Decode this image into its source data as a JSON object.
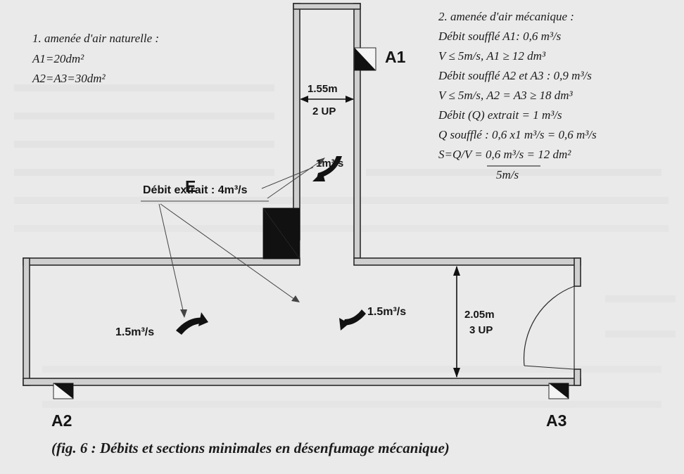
{
  "natural_supply": {
    "title": "1. amenée d'air naturelle :",
    "line1": "A1=20dm²",
    "line2": "A2=A3=30dm²"
  },
  "mechanical_supply": {
    "title": "2. amenée d'air mécanique :",
    "l1": "Débit soufflé A1: 0,6 m³/s",
    "l2": "V ≤ 5m/s, A1 ≥ 12 dm³",
    "l3": "Débit soufflé A2 et A3 : 0,9 m³/s",
    "l4": "V ≤ 5m/s, A2 = A3 ≥ 18 dm³",
    "l5": "Débit (Q) extrait = 1 m³/s",
    "l6": "Q soufflé : 0,6 x1 m³/s = 0,6 m³/s",
    "l7": "S=Q/V = 0,6 m³/s = 12 dm²",
    "l8": "5m/s"
  },
  "labels": {
    "a1": "A1",
    "a2": "A2",
    "a3": "A3",
    "e": "E",
    "extract": "Débit extrait : 4m³/s",
    "flow_top": "1m³/s",
    "flow_left": "1.5m³/s",
    "flow_right": "1.5m³/s",
    "corridor_width": "1.55m",
    "corridor_up": "2 UP",
    "hall_width": "2.05m",
    "hall_up": "3 UP"
  },
  "caption": "(fig. 6 : Débits et sections minimales en désenfumage mécanique)",
  "colors": {
    "ink": "#151515",
    "wall": "#2a2a2a",
    "paper": "#ececec"
  }
}
